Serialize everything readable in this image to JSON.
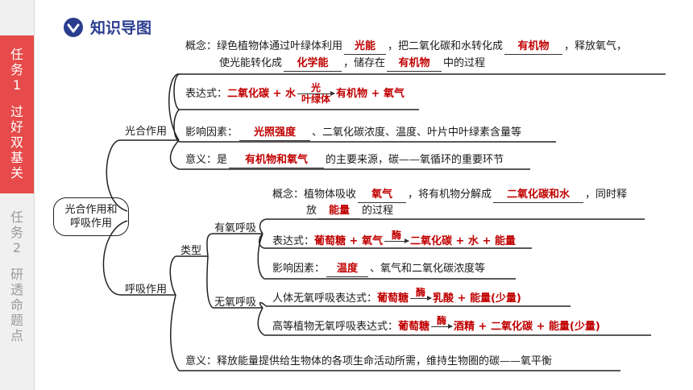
{
  "sidebar": {
    "tab1": {
      "num": "任务1",
      "label": "过好双基关"
    },
    "tab2": {
      "num": "任务2",
      "label": "研透命题点"
    }
  },
  "header": {
    "icon": "chevron-down-circle-icon",
    "title": "知识导图"
  },
  "root": {
    "line1": "光合作用和",
    "line2": "呼吸作用"
  },
  "photo": {
    "label": "光合作用",
    "concept": {
      "l1_a": "概念：绿色植物体通过叶绿体利用",
      "a1": "光能",
      "l1_b": "，把二氧化碳和水转化成",
      "a2": "有机物",
      "l1_c": "，释放氧气，",
      "l2_a": "使光能转化成",
      "a3": "化学能",
      "l2_b": "，储存在",
      "a4": "有机物",
      "l2_c": "中的过程"
    },
    "expr": {
      "label": "表达式：",
      "left": "二氧化碳 + 水",
      "above": "光",
      "below": "叶绿体",
      "right": "有机物 + 氧气"
    },
    "factors": {
      "label": "影响因素：",
      "answer": "光照强度",
      "rest": "、二氧化碳浓度、温度、叶片中叶绿素含量等"
    },
    "meaning": {
      "label": "意义：是",
      "answer": "有机物和氧气",
      "rest": "的主要来源，碳——氧循环的重要环节"
    }
  },
  "resp": {
    "label": "呼吸作用",
    "types_label": "类型",
    "aerobic": {
      "label": "有氧呼吸",
      "concept": {
        "l1_a": "概念：植物体吸收",
        "a1": "氧气",
        "l1_b": "，将有机物分解成",
        "a2": "二氧化碳和水",
        "l1_c": "，同时释",
        "l2_a": "放",
        "a3": "能量",
        "l2_b": "的过程"
      },
      "expr": {
        "label": "表达式：",
        "left": "葡萄糖 + 氧气",
        "above": "酶",
        "right": "二氧化碳 + 水 + 能量"
      },
      "factors": {
        "label": "影响因素：",
        "answer": "温度",
        "rest": "、氧气和二氧化碳浓度等"
      }
    },
    "anaerobic": {
      "label": "无氧呼吸",
      "human": {
        "label": "人体无氧呼吸表达式：",
        "left": "葡萄糖",
        "above": "酶",
        "right": "乳酸 + 能量(少量)"
      },
      "plant": {
        "label": "高等植物无氧呼吸表达式：",
        "left": "葡萄糖",
        "above": "酶",
        "right": "酒精 + 二氧化碳 + 能量(少量)"
      }
    },
    "meaning": "意义：释放能量提供给生物体的各项生命活动所需，维持生物圈的碳——氧平衡"
  },
  "colors": {
    "accent": "#e64a4a",
    "answer": "#c00000",
    "title": "#2b3d8f"
  }
}
